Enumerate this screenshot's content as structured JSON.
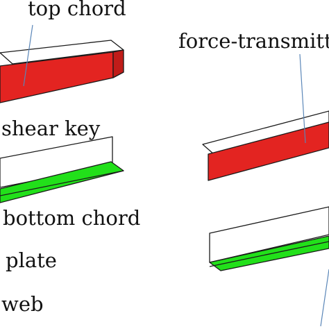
{
  "labels": {
    "top_chord": "top chord",
    "force_transmitting": "force-transmitt",
    "shear_key": "shear key",
    "bottom_chord": "bottom chord",
    "plate": "plate",
    "web": "web"
  },
  "colors": {
    "red_member": "#e32421",
    "green_member": "#22e01a",
    "outline": "#1a1a1a",
    "leader_line": "#5a86b8",
    "background": "#ffffff"
  }
}
